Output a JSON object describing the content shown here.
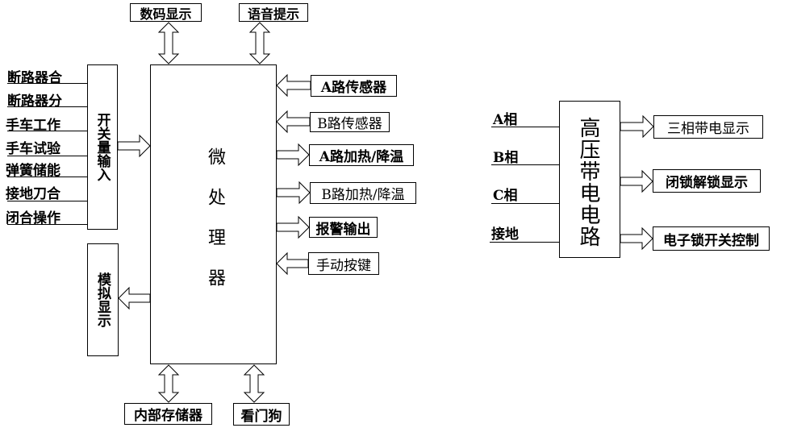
{
  "diagram": {
    "microprocessor": {
      "label": "微处理器"
    },
    "switch_input": {
      "label": "开关量输入",
      "inputs": [
        "断路器合",
        "断路器分",
        "手车工作",
        "手车试验",
        "弹簧储能",
        "接地刀合",
        "闭合操作"
      ]
    },
    "analog_display": {
      "label": "模拟显示"
    },
    "top_modules": {
      "digital_display": "数码显示",
      "voice_prompt": "语音提示"
    },
    "bottom_modules": {
      "internal_memory": "内部存储器",
      "watchdog": "看门狗"
    },
    "right_modules": {
      "a_sensor": "A路传感器",
      "b_sensor": "B路传感器",
      "a_heat": "A路加热/降温",
      "b_heat": "B路加热/降温",
      "alarm": "报警输出",
      "manual_key": "手动按键"
    },
    "hv_circuit": {
      "label": "高压带电电路",
      "inputs": [
        "A相",
        "B相",
        "C相",
        "接地"
      ],
      "outputs": [
        "三相带电显示",
        "闭锁解锁显示",
        "电子锁开关控制"
      ]
    }
  }
}
